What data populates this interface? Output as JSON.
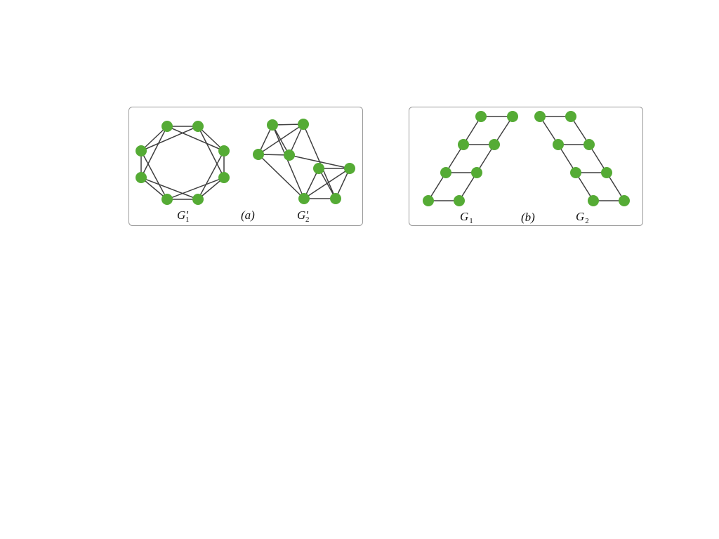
{
  "colors": {
    "node": "#55ab35",
    "edge": "#3f3f3f",
    "frame": "#9a9a9a"
  },
  "panel_a": {
    "caption": "(a)",
    "graph_left": {
      "label": {
        "letter": "G",
        "prime": "′",
        "sub": "1"
      },
      "nodes": 8,
      "edges": [
        [
          0,
          1
        ],
        [
          1,
          2
        ],
        [
          2,
          3
        ],
        [
          3,
          4
        ],
        [
          4,
          5
        ],
        [
          5,
          6
        ],
        [
          6,
          7
        ],
        [
          7,
          0
        ],
        [
          0,
          2
        ],
        [
          1,
          3
        ],
        [
          2,
          4
        ],
        [
          3,
          5
        ],
        [
          4,
          6
        ],
        [
          5,
          7
        ],
        [
          6,
          0
        ],
        [
          7,
          1
        ]
      ]
    },
    "graph_right": {
      "label": {
        "letter": "G",
        "prime": "′",
        "sub": "2"
      },
      "nodes": 8,
      "edges": [
        [
          0,
          1
        ],
        [
          0,
          2
        ],
        [
          1,
          2
        ],
        [
          0,
          3
        ],
        [
          1,
          3
        ],
        [
          2,
          3
        ],
        [
          0,
          6
        ],
        [
          1,
          5
        ],
        [
          2,
          6
        ],
        [
          3,
          4
        ],
        [
          4,
          5
        ],
        [
          4,
          6
        ],
        [
          4,
          7
        ],
        [
          5,
          6
        ],
        [
          5,
          7
        ],
        [
          6,
          7
        ]
      ]
    }
  },
  "panel_b": {
    "caption": "(b)",
    "graph_left": {
      "label": {
        "letter": "G",
        "sub": "1"
      },
      "nodes": 8,
      "edges": [
        [
          0,
          1
        ],
        [
          0,
          2
        ],
        [
          1,
          3
        ],
        [
          2,
          3
        ],
        [
          2,
          4
        ],
        [
          3,
          5
        ],
        [
          4,
          5
        ],
        [
          4,
          6
        ],
        [
          5,
          7
        ],
        [
          6,
          7
        ]
      ]
    },
    "graph_right": {
      "label": {
        "letter": "G",
        "sub": "2"
      },
      "nodes": 8,
      "edges": [
        [
          0,
          1
        ],
        [
          0,
          2
        ],
        [
          1,
          3
        ],
        [
          2,
          3
        ],
        [
          2,
          4
        ],
        [
          3,
          5
        ],
        [
          4,
          5
        ],
        [
          4,
          6
        ],
        [
          5,
          7
        ],
        [
          6,
          7
        ]
      ]
    }
  }
}
